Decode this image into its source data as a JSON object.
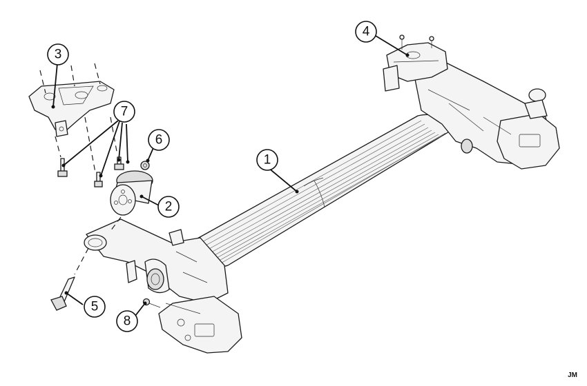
{
  "callouts": [
    {
      "id": "1",
      "label": "1"
    },
    {
      "id": "2",
      "label": "2"
    },
    {
      "id": "3",
      "label": "3"
    },
    {
      "id": "4",
      "label": "4"
    },
    {
      "id": "5",
      "label": "5"
    },
    {
      "id": "6",
      "label": "6"
    },
    {
      "id": "7",
      "label": "7"
    },
    {
      "id": "8",
      "label": "8"
    }
  ],
  "credit": "JM"
}
